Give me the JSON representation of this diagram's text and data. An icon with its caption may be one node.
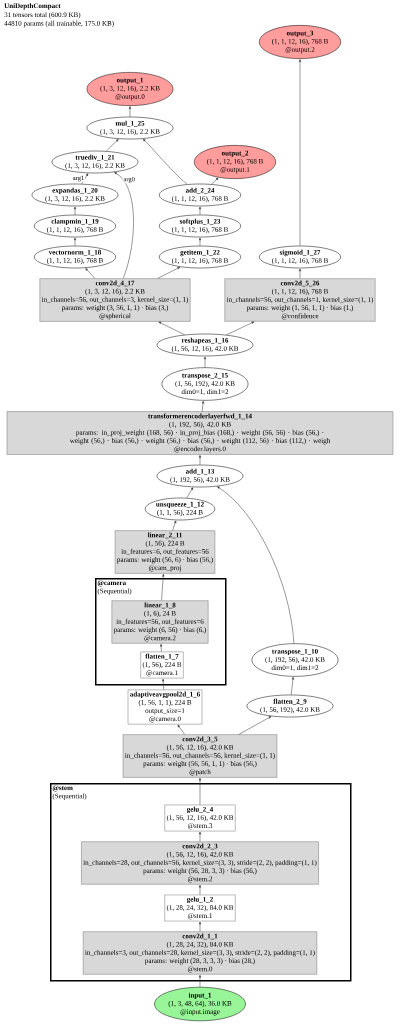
{
  "diagram": {
    "title": "UniDepthCompact",
    "labels": [
      "31 tensors total (600.9 KB)",
      "44810 params (all trainable, 175.0 KB)"
    ],
    "nodes": [
      {
        "text": [
          "output_3",
          "(1, 1, 12, 16), 768 B",
          "@output.2"
        ]
      },
      {
        "text": [
          "output_1",
          "(1, 3, 12, 16), 2.2 KB",
          "@output.0"
        ]
      },
      {
        "text": [
          "mul_1_25",
          "(1, 3, 12, 16), 2.2 KB"
        ]
      },
      {
        "text": [
          "truediv_1_21",
          "(1, 3, 12, 16), 2.2 KB"
        ]
      },
      {
        "text": [
          "output_2",
          "(1, 1, 12, 16), 768 B",
          "@output.1"
        ]
      },
      {
        "text": [
          "expandas_1_20",
          "(1, 3, 12, 16), 2.2 KB"
        ]
      },
      {
        "text": [
          "add_2_24",
          "(1, 1, 12, 16), 768 B"
        ]
      },
      {
        "text": [
          "clampmin_1_19",
          "(1, 1, 12, 16), 768 B"
        ]
      },
      {
        "text": [
          "softplus_1_23",
          "(1, 1, 12, 16), 768 B"
        ]
      },
      {
        "text": [
          "vectornorm_1_18",
          "(1, 1, 12, 16), 768 B"
        ]
      },
      {
        "text": [
          "getitem_1_22",
          "(1, 1, 12, 16), 768 B"
        ]
      },
      {
        "text": [
          "sigmoid_1_27",
          "(1, 1, 12, 16), 768 B"
        ]
      },
      {
        "text": [
          "conv2d_4_17",
          "(1, 3, 12, 16), 2.2 KB",
          "in_channels=56, out_channels=3, kernel_size=(1, 1)",
          "params: weight (3, 56, 1, 1) · bias (3,)",
          "@spherical"
        ]
      },
      {
        "text": [
          "conv2d_5_26",
          "(1, 1, 12, 16), 768 B",
          "in_channels=56, out_channels=1, kernel_size=(1, 1)",
          "params: weight (1, 56, 1, 1) · bias (1,)",
          "@confidence"
        ]
      },
      {
        "text": [
          "reshapeas_1_16",
          "(1, 56, 12, 16), 42.0 KB"
        ]
      },
      {
        "text": [
          "transpose_2_15",
          "(1, 56, 192), 42.0 KB",
          "dim0=1, dim1=2"
        ]
      },
      {
        "text": [
          "transformerencoderlayerfwd_1_14",
          "(1, 192, 56), 42.0 KB",
          "params: in_proj_weight (168, 56) · in_proj_bias (168,) · weight (56, 56) · bias (56,) · weight (56,) · bias (56,) · weight (56,) · bias (56,) · weight (112, 56) · bias (112,) · weigh",
          "@encoder.layers.0"
        ]
      },
      {
        "text": [
          "add_1_13",
          "(1, 192, 56), 42.0 KB"
        ]
      },
      {
        "text": [
          "unsqueeze_1_12",
          "(1, 1, 56), 224 B"
        ]
      },
      {
        "text": [
          "linear_2_11",
          "(1, 56), 224 B",
          "in_features=6, out_features=56",
          "params: weight (56, 6) · bias (56,)",
          "@cam_proj"
        ]
      },
      {
        "text": [
          "@camera",
          "(Sequential)"
        ]
      },
      {
        "text": [
          "linear_1_8",
          "(1, 6), 24 B",
          "in_features=56, out_features=6",
          "params: weight (6, 56) · bias (6,)",
          "@camera.2"
        ],
        "in": 20
      },
      {
        "text": [
          "flatten_1_7",
          "(1, 56), 224 B",
          "@camera.1"
        ],
        "in": 20
      },
      {
        "text": [
          "transpose_1_10",
          "(1, 192, 56), 42.0 KB",
          "dim0=1, dim1=2"
        ]
      },
      {
        "text": [
          "adaptiveavgpool2d_1_6",
          "(1, 56, 1, 1), 224 B",
          "output_size=1",
          "@camera.0"
        ]
      },
      {
        "text": [
          "flatten_2_9",
          "(1, 56, 192), 42.0 KB"
        ]
      },
      {
        "text": [
          "conv2d_3_5",
          "(1, 56, 12, 16), 42.0 KB",
          "in_channels=56, out_channels=56, kernel_size=(1, 1)",
          "params: weight (56, 56, 1, 1) · bias (56,)",
          "@patch"
        ]
      },
      {
        "text": [
          "@stem",
          "(Sequential)"
        ]
      },
      {
        "text": [
          "gelu_2_4",
          "(1, 56, 12, 16), 42.0 KB",
          "@stem.3"
        ],
        "in": 27
      },
      {
        "text": [
          "conv2d_2_3",
          "(1, 56, 12, 16), 42.0 KB",
          "in_channels=28, out_channels=56, kernel_size=(3, 3), stride=(2, 2), padding=(1, 1)",
          "params: weight (56, 28, 3, 3) · bias (56,)",
          "@stem.2"
        ],
        "in": 27
      },
      {
        "text": [
          "gelu_1_2",
          "(1, 28, 24, 32), 84.0 KB",
          "@stem.1"
        ],
        "in": 27
      },
      {
        "text": [
          "conv2d_1_1",
          "(1, 28, 24, 32), 84.0 KB",
          "in_channels=3, out_channels=28, kernel_size=(3, 3), stride=(2, 2), padding=(1, 1)",
          "params: weight (28, 3, 3, 3) · bias (28,)",
          "@stem.0"
        ],
        "in": 27
      },
      {
        "text": [
          "input_1",
          "(1, 3, 48, 64), 36.0 KB",
          "@input.image"
        ]
      }
    ],
    "edges": [
      {
        "from": 32,
        "to": 31,
        "arrow": "to"
      },
      {
        "from": 31,
        "to": 30,
        "arrow": "to"
      },
      {
        "from": 30,
        "to": 29,
        "arrow": "to"
      },
      {
        "from": 29,
        "to": 28,
        "arrow": "to"
      },
      {
        "from": 28,
        "to": 26,
        "arrow": "to"
      },
      {
        "from": 26,
        "to": 24,
        "arrow": "to"
      },
      {
        "from": 26,
        "to": 25,
        "arrow": "to"
      },
      {
        "from": 24,
        "to": 22,
        "arrow": "to"
      },
      {
        "from": 22,
        "to": 21,
        "arrow": "to"
      },
      {
        "from": 21,
        "to": 19,
        "arrow": "to"
      },
      {
        "from": 25,
        "to": 23,
        "arrow": "to"
      },
      {
        "from": 19,
        "to": 18,
        "arrow": "to"
      },
      {
        "from": 18,
        "to": 17,
        "arrow": "to"
      },
      {
        "from": 23,
        "to": 17,
        "arrow": "to"
      },
      {
        "from": 17,
        "to": 16,
        "arrow": "to"
      },
      {
        "from": 16,
        "to": 15,
        "arrow": "to"
      },
      {
        "from": 15,
        "to": 14,
        "arrow": "to"
      },
      {
        "from": 14,
        "to": 12,
        "arrow": "to"
      },
      {
        "from": 14,
        "to": 13,
        "arrow": "to"
      },
      {
        "from": 12,
        "to": 9,
        "arrow": "to"
      },
      {
        "from": 12,
        "to": 3,
        "arrow": "to",
        "label": "arg0"
      },
      {
        "from": 12,
        "to": 10,
        "arrow": "to"
      },
      {
        "from": 9,
        "to": 7,
        "arrow": "to"
      },
      {
        "from": 7,
        "to": 5,
        "arrow": "to"
      },
      {
        "from": 5,
        "to": 3,
        "arrow": "to",
        "label": "arg1"
      },
      {
        "from": 3,
        "to": 2,
        "arrow": "to"
      },
      {
        "from": 10,
        "to": 8,
        "arrow": "to"
      },
      {
        "from": 8,
        "to": 6,
        "arrow": "to"
      },
      {
        "from": 6,
        "to": 4,
        "arrow": "to"
      },
      {
        "from": 6,
        "to": 2,
        "arrow": "to"
      },
      {
        "from": 2,
        "to": 1,
        "arrow": "to"
      },
      {
        "from": 13,
        "to": 11,
        "arrow": "to"
      },
      {
        "from": 11,
        "to": 0,
        "arrow": "to"
      }
    ]
  }
}
